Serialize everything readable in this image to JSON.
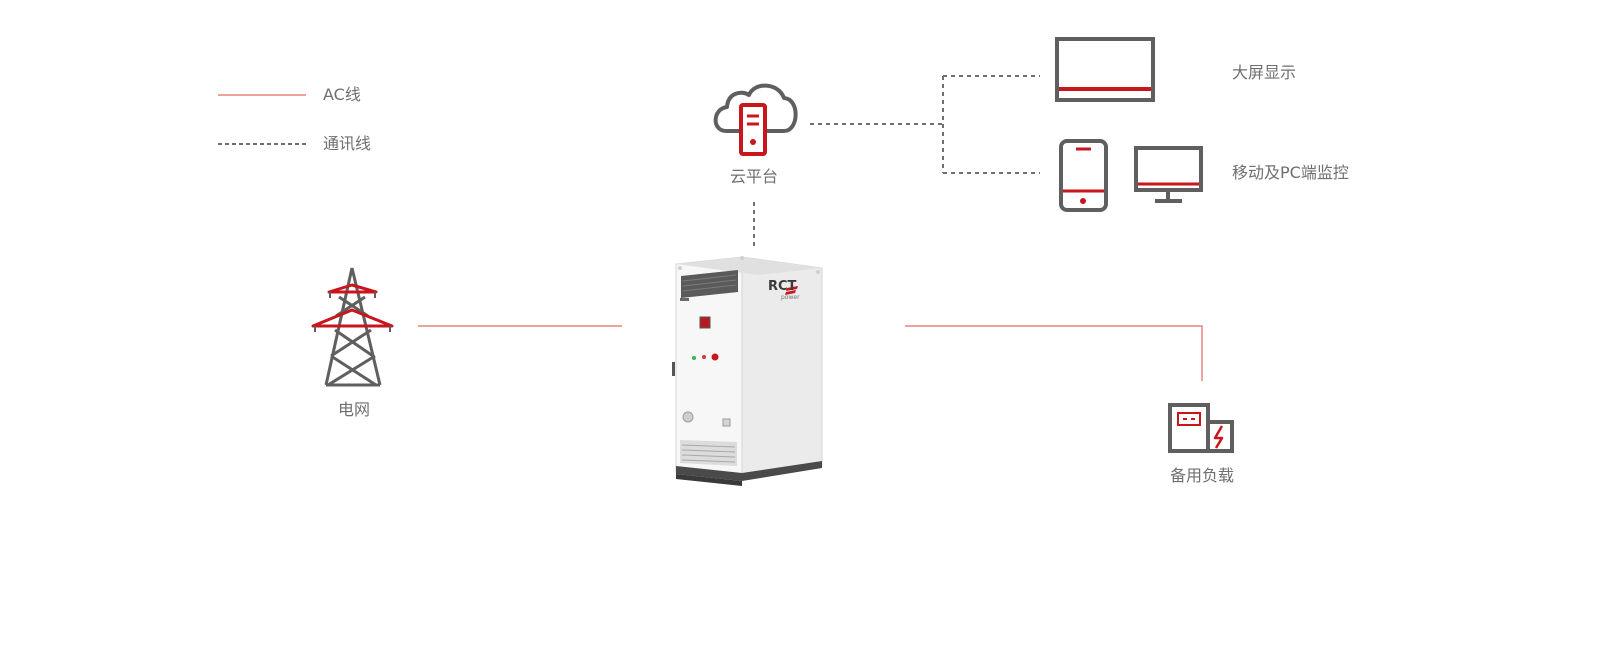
{
  "legend": {
    "ac_line": "AC线",
    "comm_line": "通讯线"
  },
  "nodes": {
    "cloud": "云平台",
    "big_screen": "大屏显示",
    "mobile_pc": "移动及PC端监控",
    "grid": "电网",
    "backup_load": "备用负载"
  },
  "cabinet": {
    "brand": "RCT",
    "sub_brand": "power"
  },
  "colors": {
    "ac_line": "#e8847f",
    "comm_line": "#6f6f6f",
    "accent": "#c8161d",
    "icon_gray": "#5f5f5f",
    "label": "#6f6f6f"
  }
}
